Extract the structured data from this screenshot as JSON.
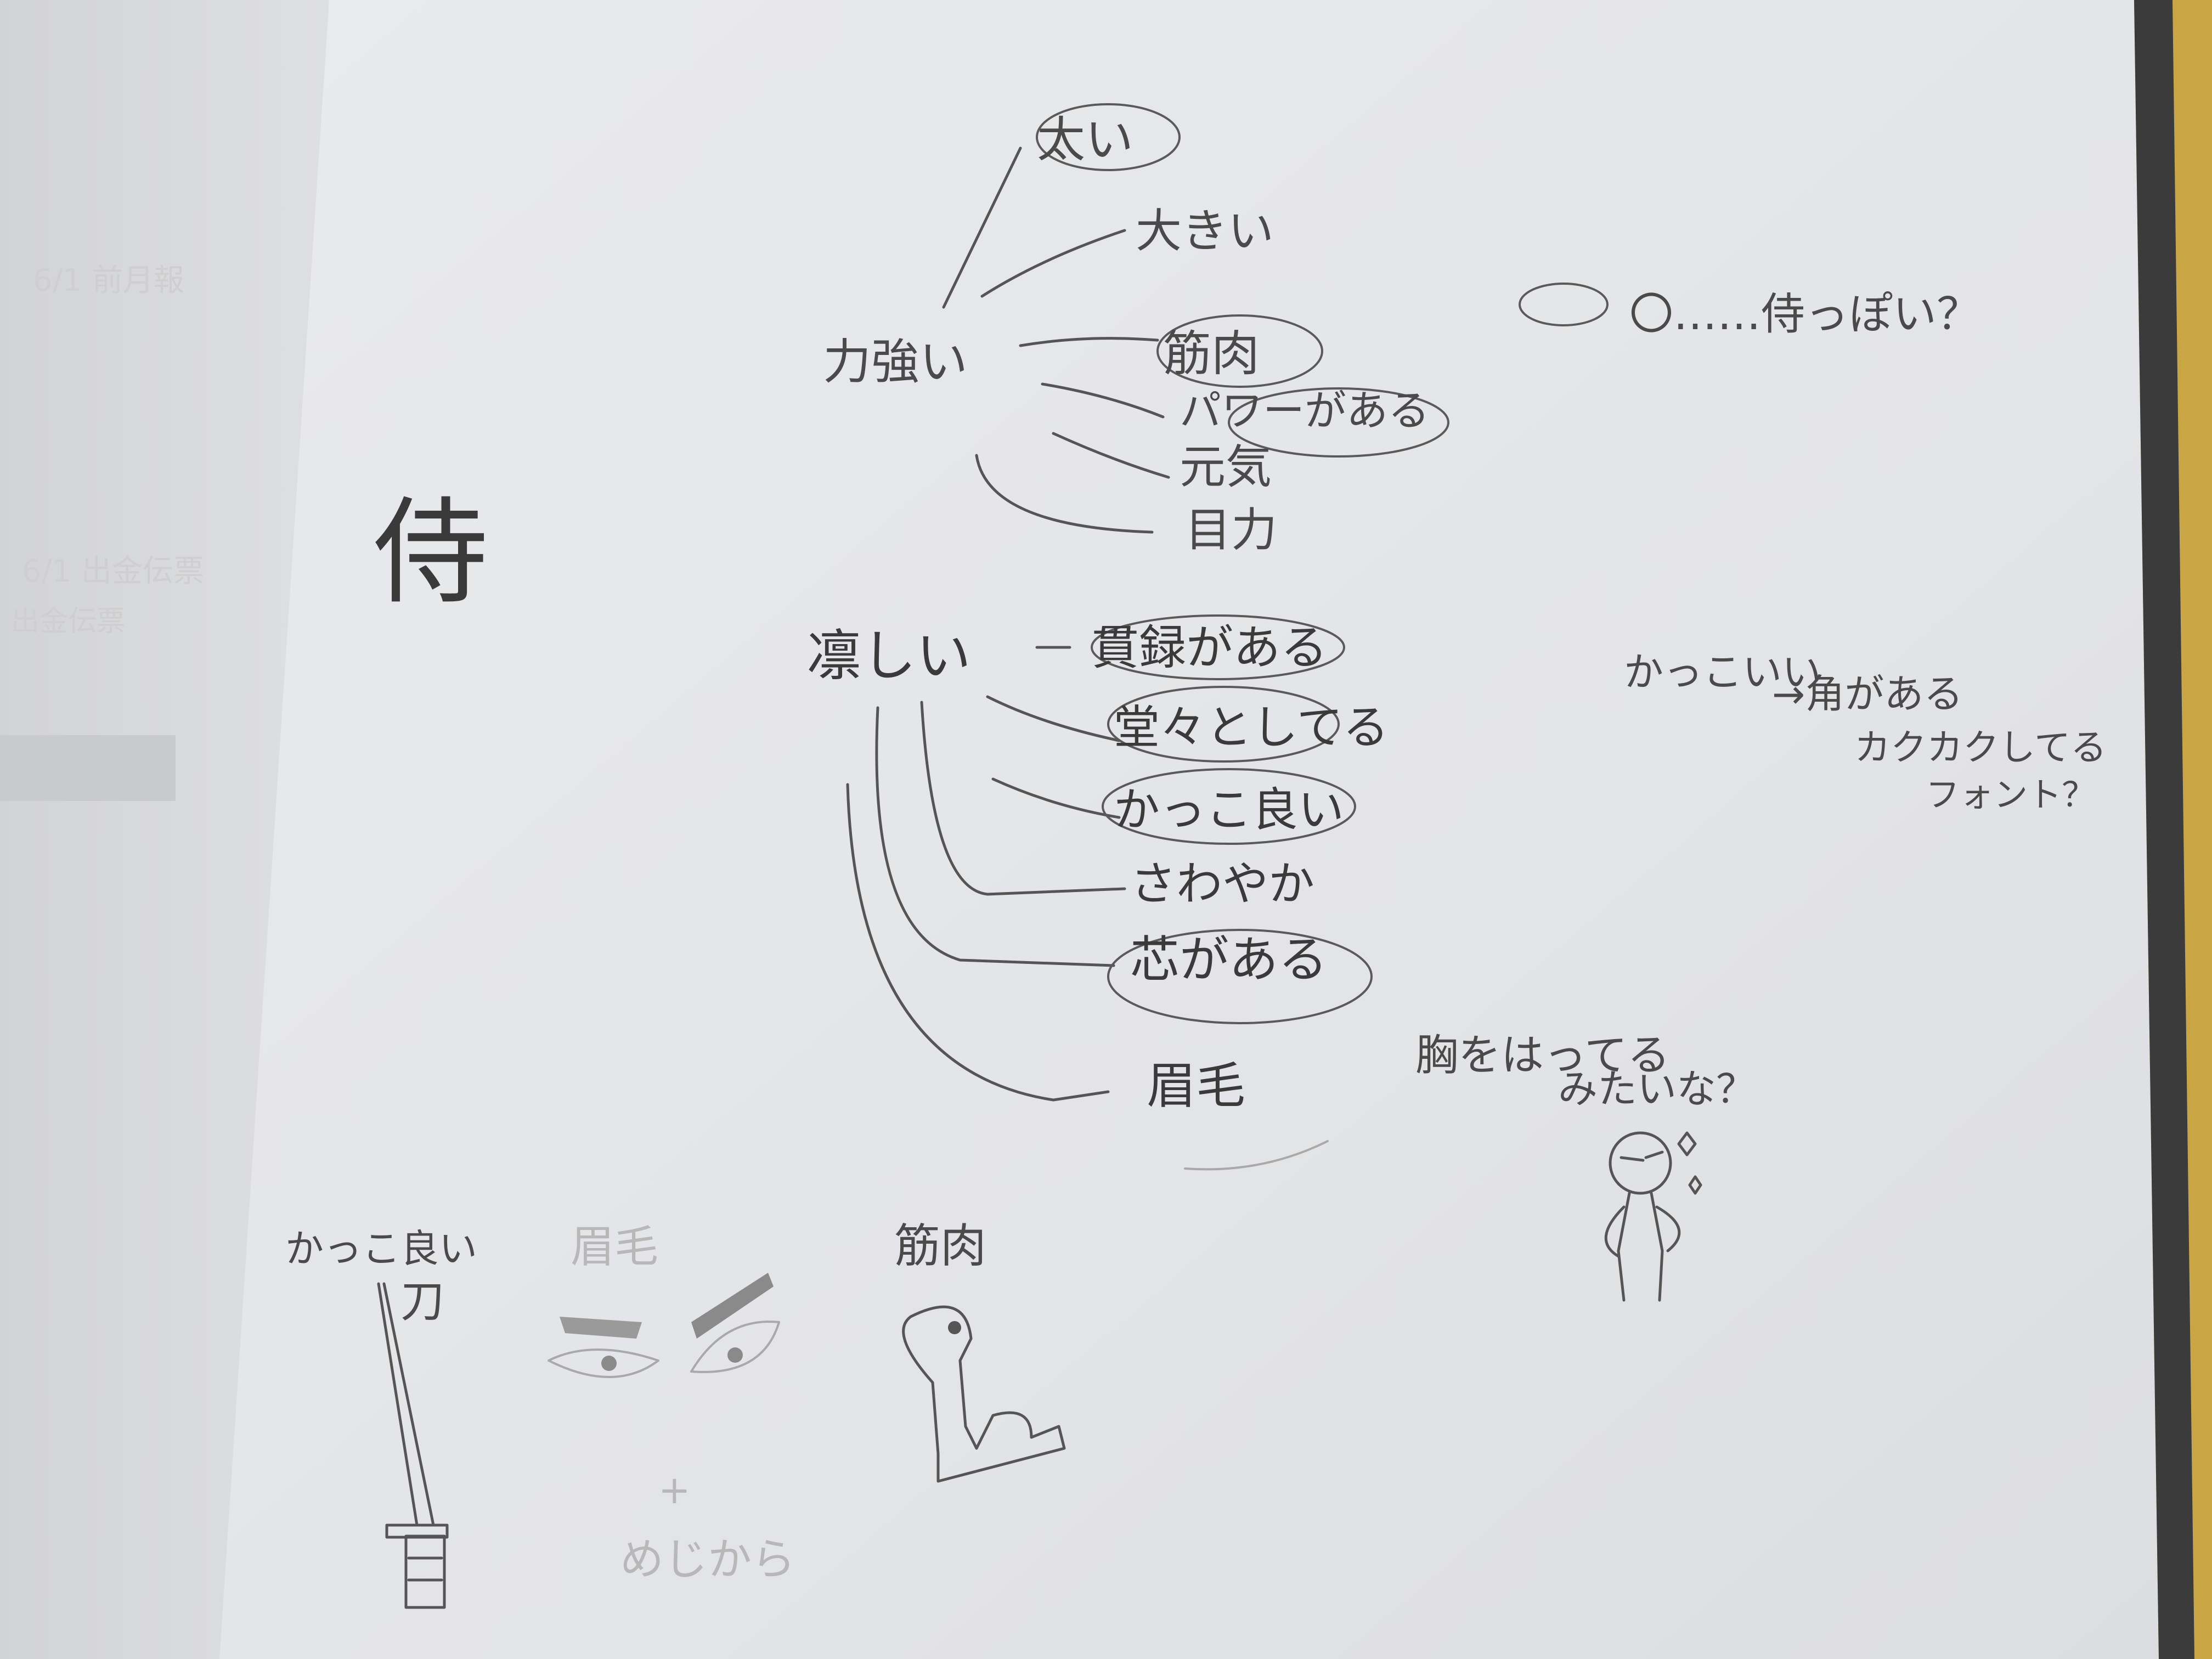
{
  "accent_colors": {
    "paper": "#e6e7ea",
    "background_left_page": "#d8d9db",
    "desk": "#c9a544",
    "pencil": "#4a4a4a"
  },
  "notes": {
    "center": "侍",
    "branch_1": {
      "label": "力強い",
      "items": [
        "太い",
        "大きい",
        "筋肉",
        "パワーがある",
        "元気",
        "目力"
      ]
    },
    "branch_2": {
      "label": "凛しい",
      "items": [
        "貫録がある",
        "堂々としてる",
        "かっこ良い",
        "さわやか",
        "芯がある",
        "眉毛"
      ]
    },
    "aside_1": "〇……侍っぽい？",
    "aside_2": {
      "line1": "かっこいい",
      "line2": "→角がある",
      "line3": "カクカクしてる",
      "line4": "フォント？"
    },
    "aside_3": {
      "line1": "胸をはってる",
      "line2": "みたいな？"
    },
    "sketches": {
      "sword_caption_1": "かっこ良い",
      "sword_caption_2": "刀",
      "eyebrow_caption": "眉毛",
      "muscle_caption": "筋肉",
      "plus": "+",
      "eyes_caption": "めじから"
    },
    "left_page_ghost": [
      "6/1 前月報",
      "6/1 出金伝票",
      "出金伝票"
    ]
  }
}
